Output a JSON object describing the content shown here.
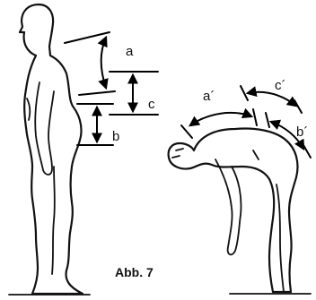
{
  "caption": "Abb. 7",
  "labels": {
    "a": "a",
    "b": "b",
    "c": "c",
    "a_prime": "a´",
    "b_prime": "b´",
    "c_prime": "c´"
  },
  "colors": {
    "line": "#111111",
    "background": "#ffffff"
  }
}
